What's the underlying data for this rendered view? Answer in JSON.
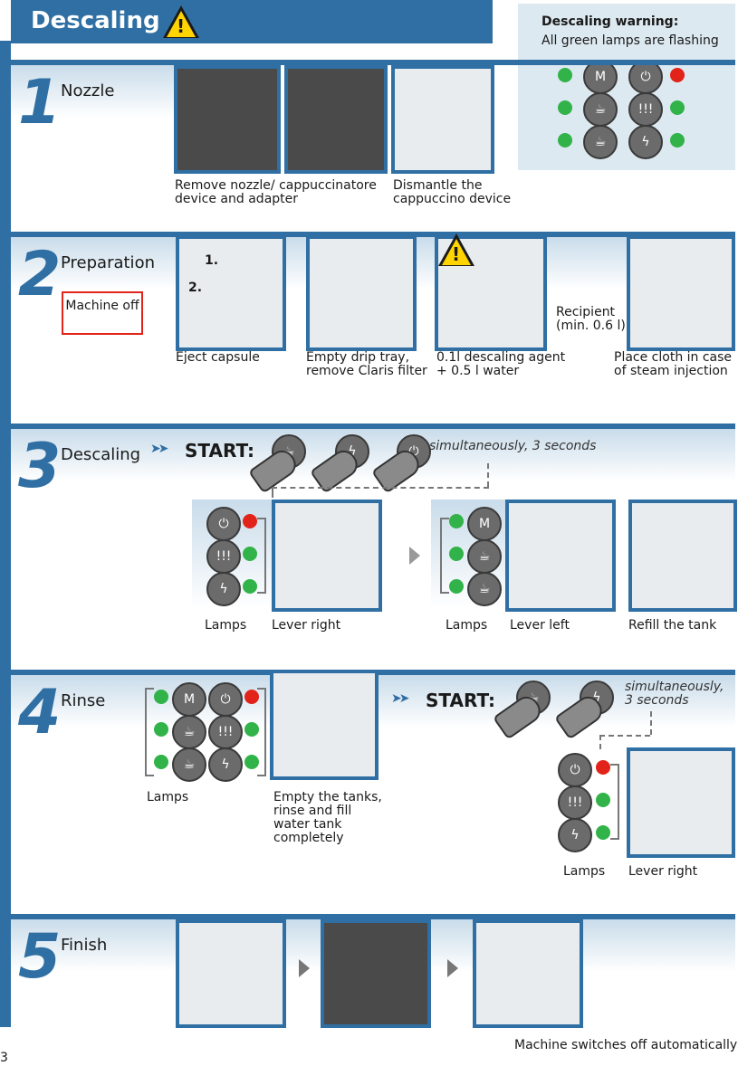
{
  "header": {
    "title": "Descaling"
  },
  "warning_box": {
    "title": "Descaling warning:",
    "text": "All green lamps are flashing"
  },
  "lamp_labels": {
    "m": "M",
    "power": "⏻",
    "cup": "☕",
    "small_cup": "☕",
    "steam": "ϟ",
    "hot": "!!!"
  },
  "sections": {
    "s1": {
      "number": "1",
      "title": "Nozzle",
      "captions": [
        "Remove nozzle/ cappuccinatore device and adapter",
        "Dismantle the cappuccino device"
      ]
    },
    "s2": {
      "number": "2",
      "title": "Preparation",
      "machine_off": "Machine off",
      "step_labels": [
        "1.",
        "2."
      ],
      "recipient": "Recipient (min. 0.6 l)",
      "captions": [
        "Eject capsule",
        "Empty drip tray, remove Claris filter",
        "0.1l descaling agent + 0.5 l water",
        "Place cloth in case of steam injection"
      ]
    },
    "s3": {
      "number": "3",
      "title": "Descaling",
      "start": "START:",
      "simultaneously": "simultaneously, 3 seconds",
      "captions": [
        "Lamps",
        "Lever right",
        "Lamps",
        "Lever left",
        "Refill the tank"
      ]
    },
    "s4": {
      "number": "4",
      "title": "Rinse",
      "start": "START:",
      "simultaneously": "simultaneously, 3 seconds",
      "captions": [
        "Lamps",
        "Empty the tanks, rinse and fill water tank completely",
        "Lamps",
        "Lever right"
      ]
    },
    "s5": {
      "number": "5",
      "title": "Finish",
      "caption": "Machine switches off automatically"
    }
  },
  "page_number": "3",
  "colors": {
    "accent": "#2f6fa3",
    "green_lamp": "#31b34a",
    "red_lamp": "#e2231a"
  }
}
